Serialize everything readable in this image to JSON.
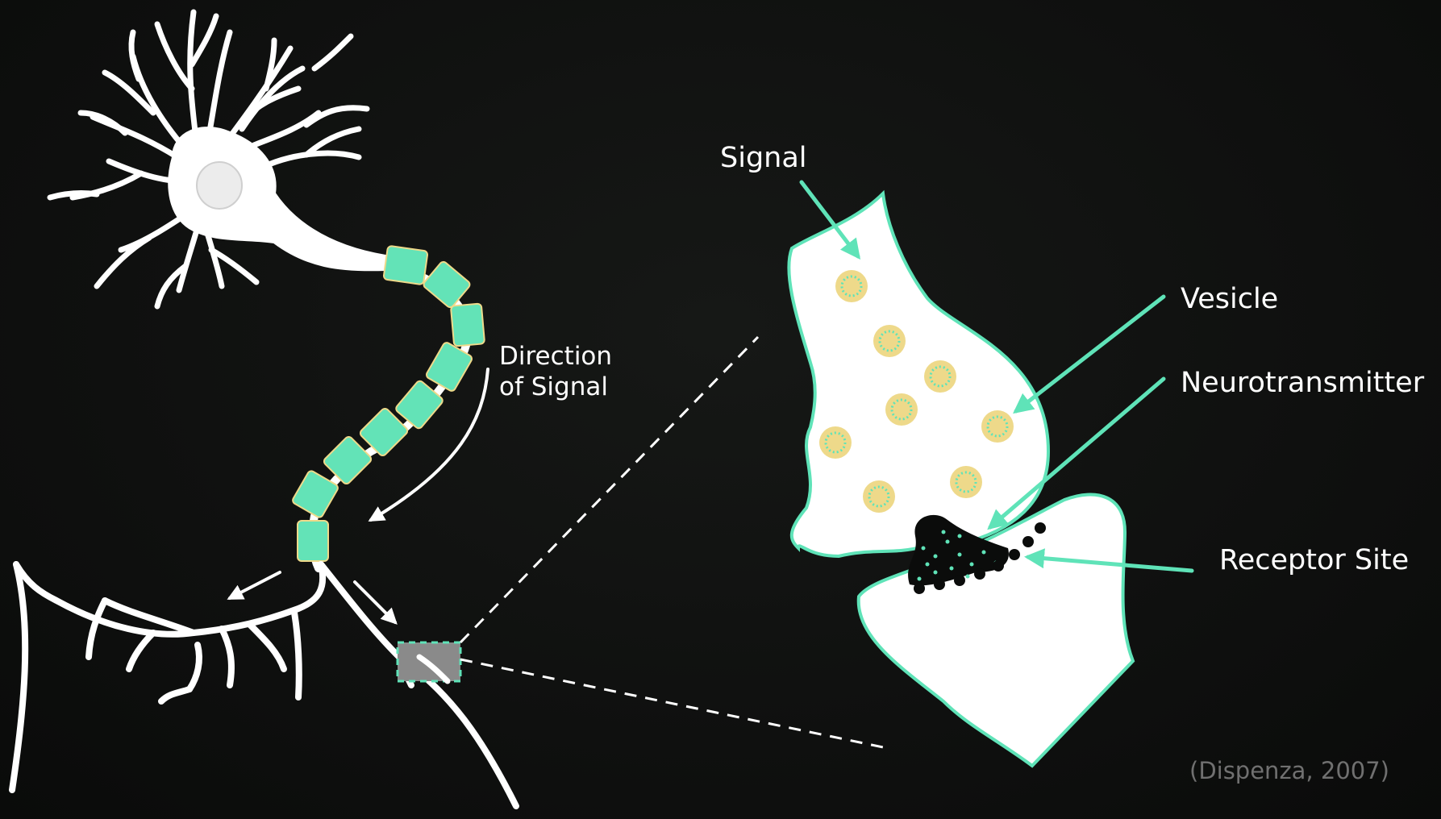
{
  "labels": {
    "direction_line1": "Direction",
    "direction_line2": "of Signal",
    "signal": "Signal",
    "vesicle": "Vesicle",
    "neurotransmitter": "Neurotransmitter",
    "receptor_site": "Receptor Site"
  },
  "citation": "(Dispenza, 2007)",
  "colors": {
    "background": "#0f100f",
    "accent": "#5fe3b8",
    "myelin": "#63e3b7",
    "vesicle": "#eed98a",
    "cell_white": "#ffffff",
    "citation": "#707070"
  },
  "icons": {
    "neuron": "neuron-icon",
    "synapse": "synapse-icon"
  }
}
